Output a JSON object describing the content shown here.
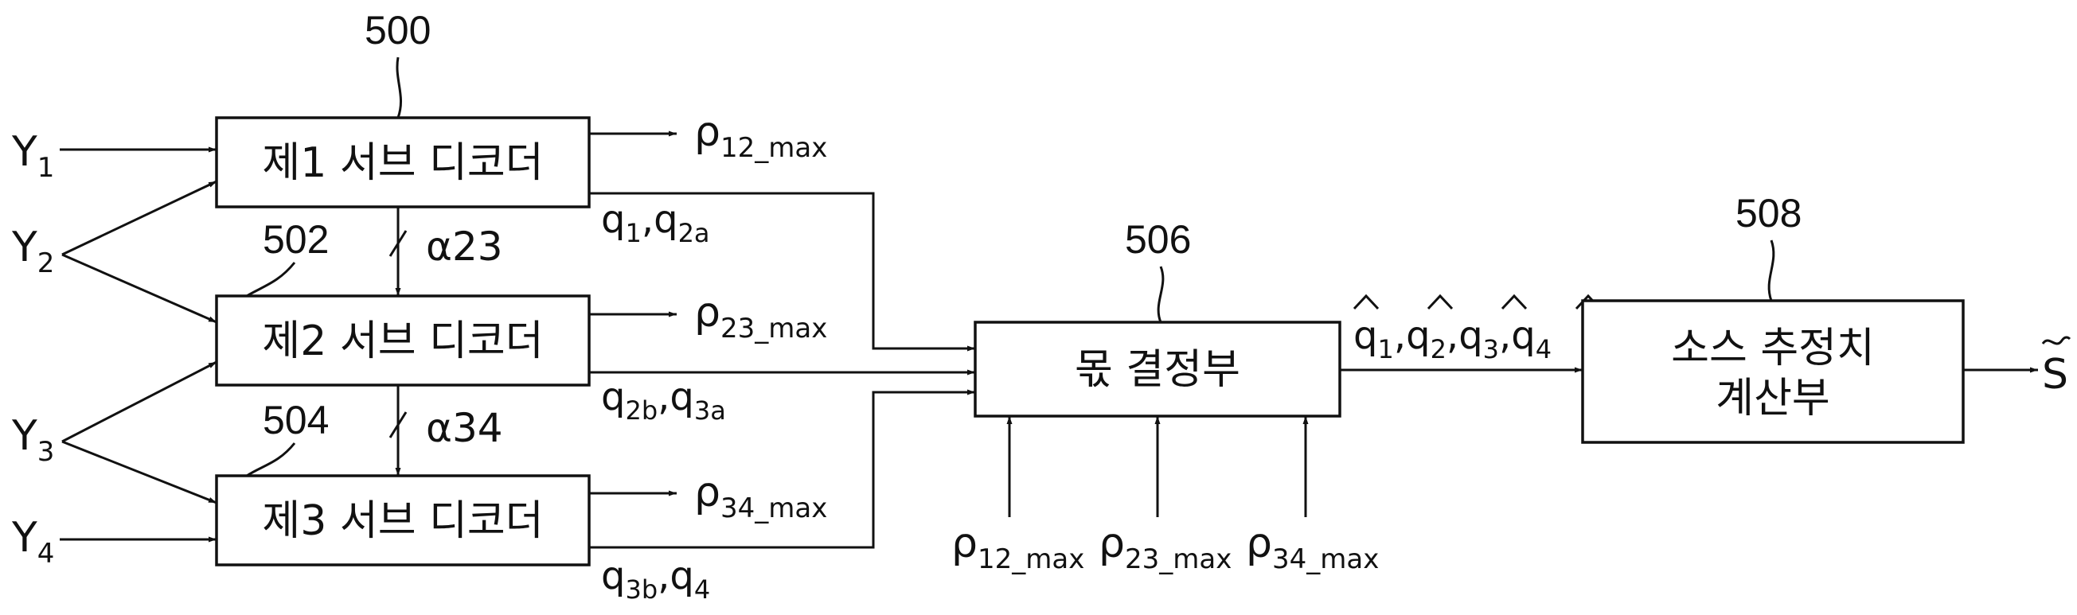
{
  "inputs": [
    {
      "base": "Y",
      "sub": "1"
    },
    {
      "base": "Y",
      "sub": "2"
    },
    {
      "base": "Y",
      "sub": "3"
    },
    {
      "base": "Y",
      "sub": "4"
    }
  ],
  "decoders": [
    {
      "ref": "500",
      "label": "제1 서브 디코더",
      "rho": {
        "base": "ρ",
        "sub": "12_max"
      },
      "q": {
        "a": "q",
        "asub": "1",
        "b": "q",
        "bsub": "2a"
      }
    },
    {
      "ref": "502",
      "label": "제2 서브 디코더",
      "rho": {
        "base": "ρ",
        "sub": "23_max"
      },
      "q": {
        "a": "q",
        "asub": "2b",
        "b": "q",
        "bsub": "3a"
      }
    },
    {
      "ref": "504",
      "label": "제3 서브 디코더",
      "rho": {
        "base": "ρ",
        "sub": "34_max"
      },
      "q": {
        "a": "q",
        "asub": "3b",
        "b": "q",
        "bsub": "4"
      }
    }
  ],
  "alphas": [
    "α23",
    "α34"
  ],
  "decision": {
    "ref": "506",
    "label": "몫 결정부",
    "inputs": [
      {
        "base": "ρ",
        "sub": "12_max"
      },
      {
        "base": "ρ",
        "sub": "23_max"
      },
      {
        "base": "ρ",
        "sub": "34_max"
      }
    ],
    "outputs": [
      {
        "base": "q",
        "sub": "1"
      },
      {
        "base": "q",
        "sub": "2"
      },
      {
        "base": "q",
        "sub": "3"
      },
      {
        "base": "q",
        "sub": "4"
      }
    ]
  },
  "estimator": {
    "ref": "508",
    "line1": "소스 추정치",
    "line2": "계산부"
  },
  "output": {
    "symbol": "S"
  }
}
